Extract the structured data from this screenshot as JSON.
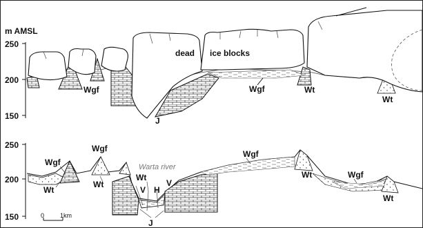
{
  "diagram": {
    "y_axis_unit": "m AMSL",
    "upper_panel": {
      "ticks": [
        "250",
        "200",
        "150"
      ],
      "labels": {
        "dead": "dead",
        "ice_blocks": "ice blocks",
        "wgf_left": "Wgf",
        "wgf_mid": "Wgf",
        "wt_mid": "Wt",
        "wt_right": "Wt",
        "j": "J"
      }
    },
    "lower_panel": {
      "ticks": [
        "250",
        "200",
        "150"
      ],
      "labels": {
        "wgf_a": "Wgf",
        "wgf_b": "Wgf",
        "wgf_c": "Wgf",
        "wgf_d": "Wgf",
        "wt_a": "Wt",
        "wt_b": "Wt",
        "wt_c": "Wt",
        "wt_d": "Wt",
        "wt_e": "Wt",
        "v_left": "V",
        "h": "H",
        "v_right": "V",
        "j": "J",
        "river": "Warta river"
      }
    },
    "scale_bar": {
      "start": "0",
      "end": "1km"
    }
  }
}
